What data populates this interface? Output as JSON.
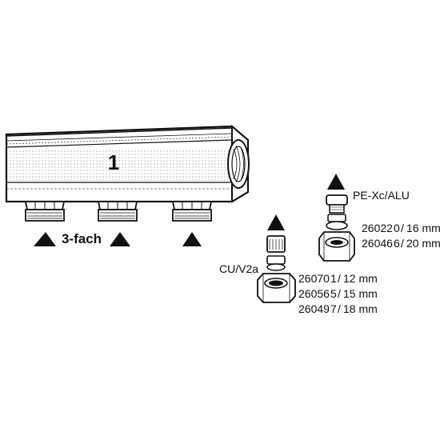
{
  "manifold": {
    "number": "1",
    "outlets_label": "3-fach"
  },
  "pe_group": {
    "label": "PE-Xc/ALU",
    "articles": [
      {
        "code": "26022",
        "digit": "0",
        "size": "16 mm"
      },
      {
        "code": "26046",
        "digit": "6",
        "size": "20 mm"
      }
    ]
  },
  "cu_group": {
    "label": "CU/V2a",
    "articles": [
      {
        "code": "26070",
        "digit": "1",
        "size": "12 mm"
      },
      {
        "code": "26056",
        "digit": "5",
        "size": "15 mm"
      },
      {
        "code": "26049",
        "digit": "7",
        "size": "18 mm"
      }
    ]
  }
}
